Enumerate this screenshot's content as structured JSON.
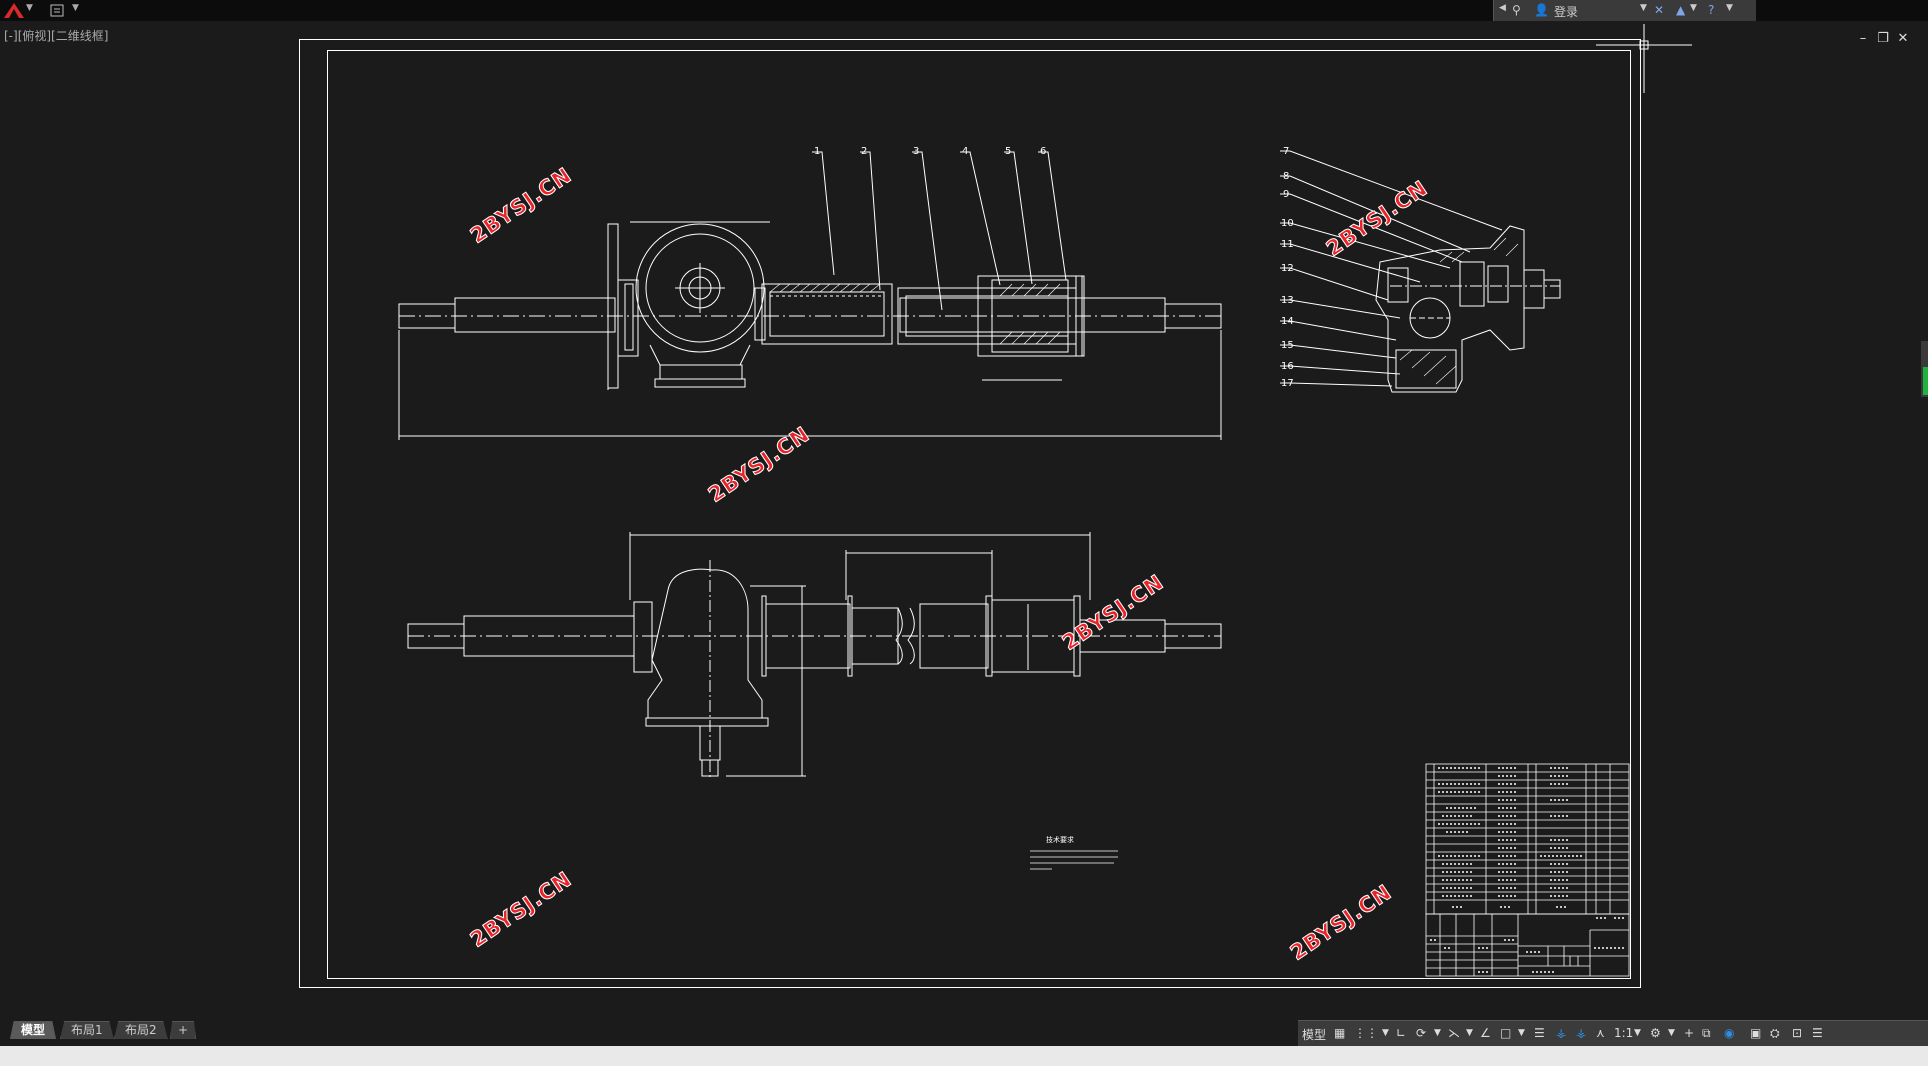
{
  "viewport_label": "[-][俯视][二维线框]",
  "top_right": {
    "sign_in_label": "登录"
  },
  "watermark_text": "2BYSJ.CN",
  "balloon_numbers": [
    "1",
    "2",
    "3",
    "4",
    "5",
    "6",
    "7",
    "8",
    "9",
    "10",
    "11",
    "12",
    "13",
    "14",
    "15",
    "16",
    "17"
  ],
  "tech_req_title": "技术要求",
  "layout_tabs": [
    "模型",
    "布局1",
    "布局2"
  ],
  "status": {
    "model_label": "模型",
    "scale_label": "1:1"
  },
  "colors": {
    "background": "#1b1b1b",
    "drawing_line": "#ffffff",
    "watermark": "#e8242a",
    "accent_blue": "#2f8de4"
  }
}
